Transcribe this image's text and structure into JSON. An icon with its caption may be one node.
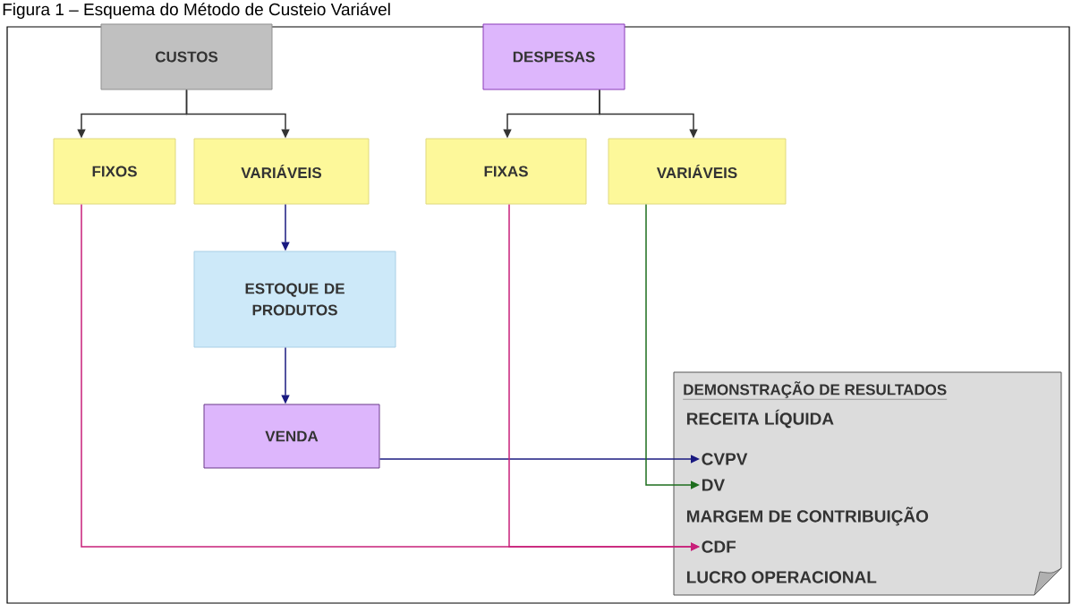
{
  "diagram": {
    "title": "Figura 1 – Esquema do Método de Custeio Variável",
    "nodes": [
      {
        "text": [
          "CUSTOS"
        ]
      },
      {
        "text": [
          "DESPESAS"
        ]
      },
      {
        "text": [
          "FIXOS"
        ]
      },
      {
        "text": [
          "VARIÁVEIS"
        ]
      },
      {
        "text": [
          "FIXAS"
        ]
      },
      {
        "text": [
          "VARIÁVEIS"
        ]
      },
      {
        "text": [
          "ESTOQUE DE PRODUTOS"
        ]
      },
      {
        "text": [
          "VENDA"
        ]
      },
      {
        "text": [
          "DEMONSTRAÇÃO DE RESULTADOS"
        ]
      },
      {
        "text": [
          "RECEITA LÍQUIDA"
        ],
        "in": 8
      },
      {
        "text": [
          "CVPV"
        ],
        "in": 8
      },
      {
        "text": [
          "DV"
        ],
        "in": 8
      },
      {
        "text": [
          "MARGEM DE CONTRIBUIÇÃO"
        ],
        "in": 8
      },
      {
        "text": [
          "CDF"
        ],
        "in": 8
      },
      {
        "text": [
          "LUCRO OPERACIONAL"
        ],
        "in": 8
      }
    ],
    "edges": [
      {
        "from": 0,
        "to": 2,
        "arrow": "to"
      },
      {
        "from": 0,
        "to": 3,
        "arrow": "to"
      },
      {
        "from": 1,
        "to": 4,
        "arrow": "to"
      },
      {
        "from": 1,
        "to": 5,
        "arrow": "to"
      },
      {
        "from": 3,
        "to": 6,
        "arrow": "to",
        "color": "#1a1a80"
      },
      {
        "from": 6,
        "to": 7,
        "arrow": "to",
        "color": "#1a1a80"
      },
      {
        "from": 7,
        "to": 10,
        "arrow": "to",
        "color": "#1a1a80"
      },
      {
        "from": 5,
        "to": 11,
        "arrow": "to",
        "color": "#1e6e1e"
      },
      {
        "from": 2,
        "to": 13,
        "arrow": "to",
        "color": "#c8207a"
      },
      {
        "from": 4,
        "to": 13,
        "arrow": "to",
        "color": "#c8207a"
      }
    ]
  }
}
